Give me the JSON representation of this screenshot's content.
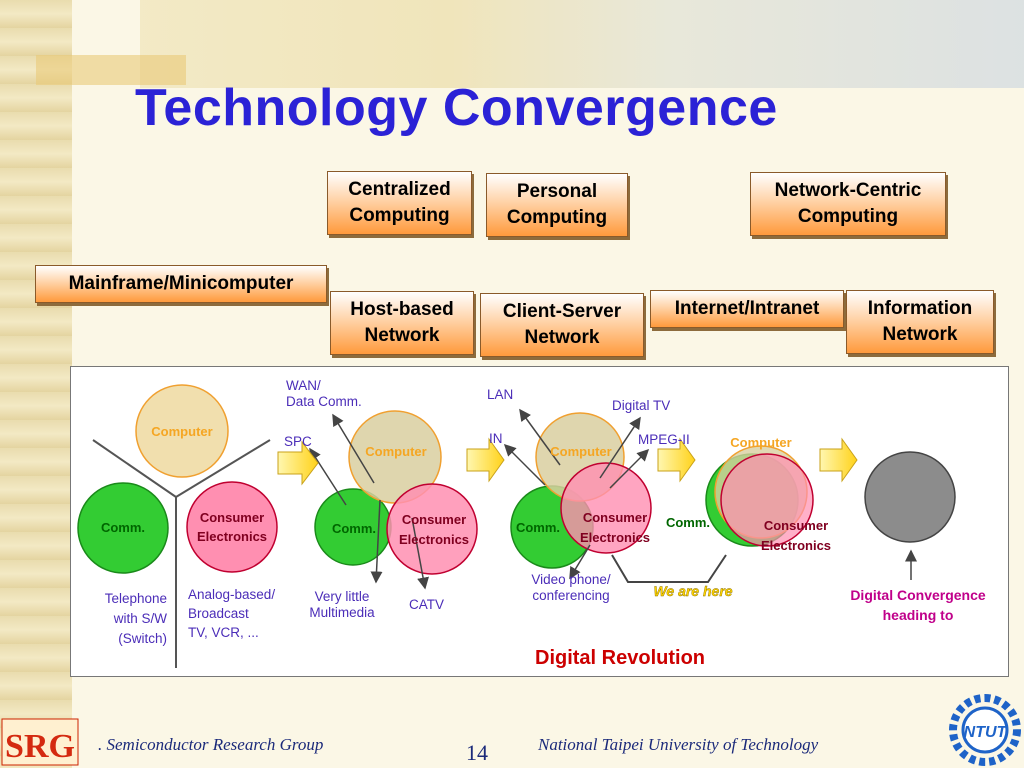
{
  "title": "Technology Convergence",
  "paradigms": {
    "centralized": "Centralized Computing",
    "personal": "Personal Computing",
    "network_centric": "Network-Centric Computing"
  },
  "networks": {
    "mainframe": "Mainframe/Minicomputer",
    "host_based": "Host-based Network",
    "client_server": "Client-Server Network",
    "internet": "Internet/Intranet",
    "information": "Information Network"
  },
  "stages": {
    "computer": "Computer",
    "comm": "Comm.",
    "consumer": "Consumer Electronics"
  },
  "annotations": {
    "wan": "WAN/ Data Comm.",
    "spc": "SPC",
    "lan": "LAN",
    "in": "IN",
    "digital_tv": "Digital TV",
    "mpeg": "MPEG-II",
    "telephone": "Telephone with S/W (Switch)",
    "analog": "Analog-based/ Broadcast TV, VCR, ...",
    "multimedia": "Very little Multimedia",
    "catv": "CATV",
    "video_phone": "Video phone/ conferencing",
    "we_are_here": "We are here",
    "digital_convergence": "Digital Convergence heading to",
    "digital_revolution": "Digital Revolution"
  },
  "footer": {
    "left": ". Semiconductor Research Group",
    "page": "14",
    "right": "National Taipei University of  Technology",
    "logo_left": "SRG",
    "logo_right": "NTUT"
  },
  "colors": {
    "title": "#2b22d6",
    "computer": "#f1dfae",
    "comm": "#33cc33",
    "consumer": "#ff8fb1",
    "revolution": "#cc0000",
    "convergence": "#c0008a",
    "we_are_here": "#ffd400"
  }
}
